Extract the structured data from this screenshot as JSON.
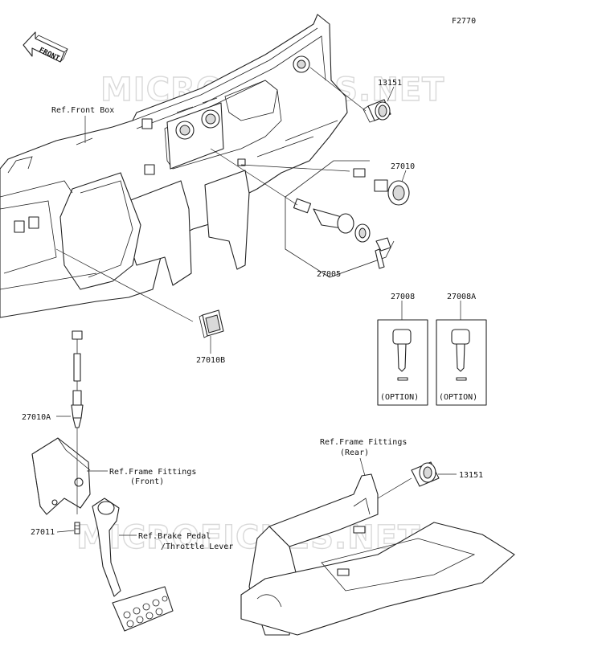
{
  "figure_code": "F2770",
  "front_arrow_label": "FRONT",
  "watermark": "MICROFICHES.NET",
  "references": {
    "front_box": "Ref.Front Box",
    "frame_front_line1": "Ref.Frame Fittings",
    "frame_front_line2": "(Front)",
    "frame_rear_line1": "Ref.Frame Fittings",
    "frame_rear_line2": "(Rear)",
    "brake_line1": "Ref.Brake Pedal",
    "brake_line2": "/Throttle Lever"
  },
  "parts": {
    "socket_top": "13151",
    "switch_27010": "27010",
    "ignition_27005": "27005",
    "key_27008": "27008",
    "key_27008a": "27008A",
    "switch_27010b": "27010B",
    "switch_27010a": "27010A",
    "spring_27011": "27011",
    "socket_rear": "13151"
  },
  "option_label": "(OPTION)"
}
